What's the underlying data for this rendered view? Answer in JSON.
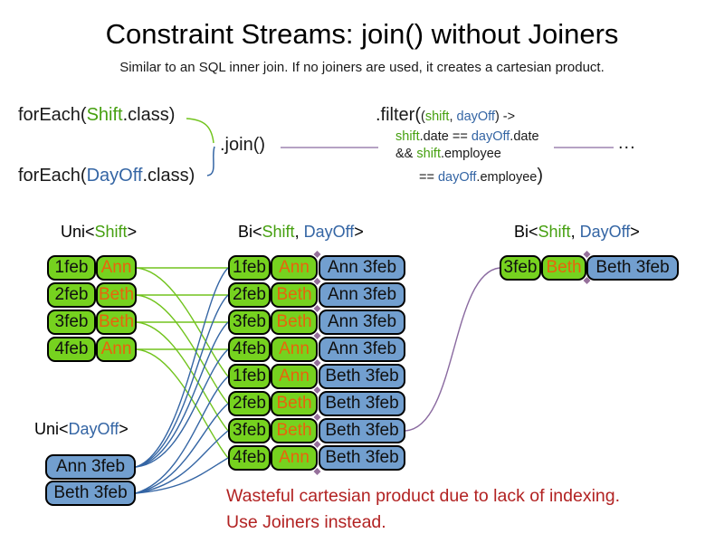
{
  "title": "Constraint Streams: join() without Joiners",
  "subtitle": "Similar to an SQL inner join. If no joiners are used, it creates a cartesian product.",
  "code": {
    "foreach_shift": {
      "pre": "forEach(",
      "type": "Shift",
      "post": ".class)"
    },
    "foreach_dayoff": {
      "pre": "forEach(",
      "type": "DayOff",
      "post": ".class)"
    },
    "join": ".join()",
    "ellipsis": "...",
    "filter": {
      "fn": ".filter(",
      "p_open": "(",
      "arg_shift": "shift",
      "arg_sep": ", ",
      "arg_dayoff": "dayOff",
      "arrow": ") ->",
      "l2_shift": "shift",
      "l2_a": ".date == ",
      "l2_dayoff": "dayOff",
      "l2_b": ".date",
      "l3_a": "&& ",
      "l3_shift": "shift",
      "l3_b": ".employee",
      "l4_a": "== ",
      "l4_dayoff": "dayOff",
      "l4_b": ".employee",
      "close": ")"
    }
  },
  "labels": {
    "uni_shift": {
      "pre": "Uni<",
      "t1": "Shift",
      "post": ">"
    },
    "bi_mid": {
      "pre": "Bi<",
      "t1": "Shift",
      "sep": ", ",
      "t2": "DayOff",
      "post": ">"
    },
    "bi_right": {
      "pre": "Bi<",
      "t1": "Shift",
      "sep": ", ",
      "t2": "DayOff",
      "post": ">"
    },
    "uni_dayoff": {
      "pre": "Uni<",
      "t1": "DayOff",
      "post": ">"
    }
  },
  "shift_table": {
    "rows": [
      {
        "date": "1feb",
        "name": "Ann"
      },
      {
        "date": "2feb",
        "name": "Beth"
      },
      {
        "date": "3feb",
        "name": "Beth"
      },
      {
        "date": "4feb",
        "name": "Ann"
      }
    ]
  },
  "dayoff_table": {
    "rows": [
      {
        "label": "Ann 3feb"
      },
      {
        "label": "Beth 3feb"
      }
    ]
  },
  "bi_table": {
    "rows": [
      {
        "date": "1feb",
        "name": "Ann",
        "pair": "Ann 3feb"
      },
      {
        "date": "2feb",
        "name": "Beth",
        "pair": "Ann 3feb"
      },
      {
        "date": "3feb",
        "name": "Beth",
        "pair": "Ann 3feb"
      },
      {
        "date": "4feb",
        "name": "Ann",
        "pair": "Ann 3feb"
      },
      {
        "date": "1feb",
        "name": "Ann",
        "pair": "Beth 3feb"
      },
      {
        "date": "2feb",
        "name": "Beth",
        "pair": "Beth 3feb"
      },
      {
        "date": "3feb",
        "name": "Beth",
        "pair": "Beth 3feb"
      },
      {
        "date": "4feb",
        "name": "Ann",
        "pair": "Beth 3feb"
      }
    ]
  },
  "result_table": {
    "rows": [
      {
        "date": "3feb",
        "name": "Beth",
        "pair": "Beth 3feb"
      }
    ]
  },
  "warning": {
    "line1": "Wasteful cartesian product due to lack of indexing.",
    "line2": "Use Joiners instead."
  },
  "colors": {
    "shift_green_text": "#46a010",
    "dayoff_blue_text": "#3465a4",
    "cell_green": "#76d21f",
    "cell_blue": "#729fcf",
    "name_orange": "#e8640c",
    "connector_green": "#72c41e",
    "connector_blue": "#3465a4",
    "connector_purple": "#8a6aa0",
    "warning_red": "#b22222"
  }
}
